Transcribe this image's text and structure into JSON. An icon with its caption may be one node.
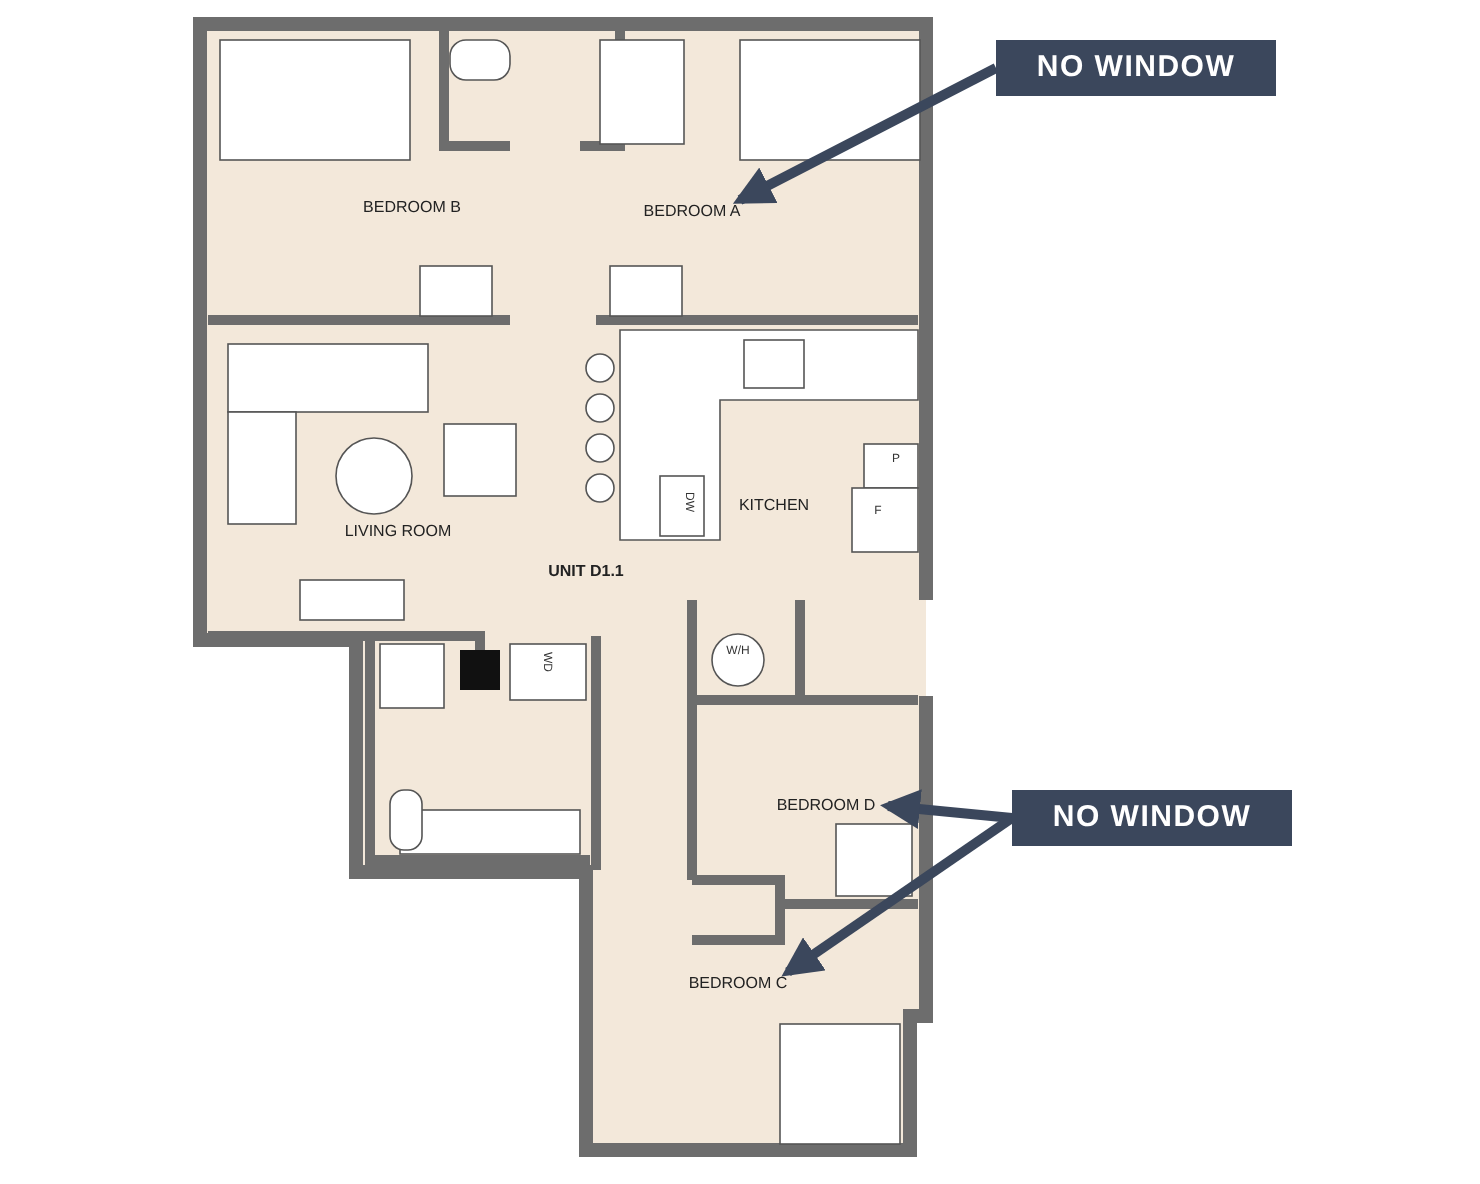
{
  "diagram": {
    "nodes": [
      {
        "text": [
          "NO WINDOW"
        ]
      },
      {
        "text": [
          "BEDROOM A"
        ]
      },
      {
        "text": [
          "NO WINDOW"
        ]
      },
      {
        "text": [
          "BEDROOM D"
        ]
      },
      {
        "text": [
          "BEDROOM C"
        ]
      }
    ],
    "edges": [
      {
        "from": 0,
        "to": 1,
        "arrow": "to"
      },
      {
        "from": 2,
        "to": 3,
        "arrow": "to"
      },
      {
        "from": 2,
        "to": 4,
        "arrow": "to"
      }
    ],
    "labels": [
      "BEDROOM B",
      "P",
      "DW",
      "KITCHEN",
      "F",
      "LIVING ROOM",
      "UNIT D1.1",
      "W/H",
      "WD"
    ]
  }
}
